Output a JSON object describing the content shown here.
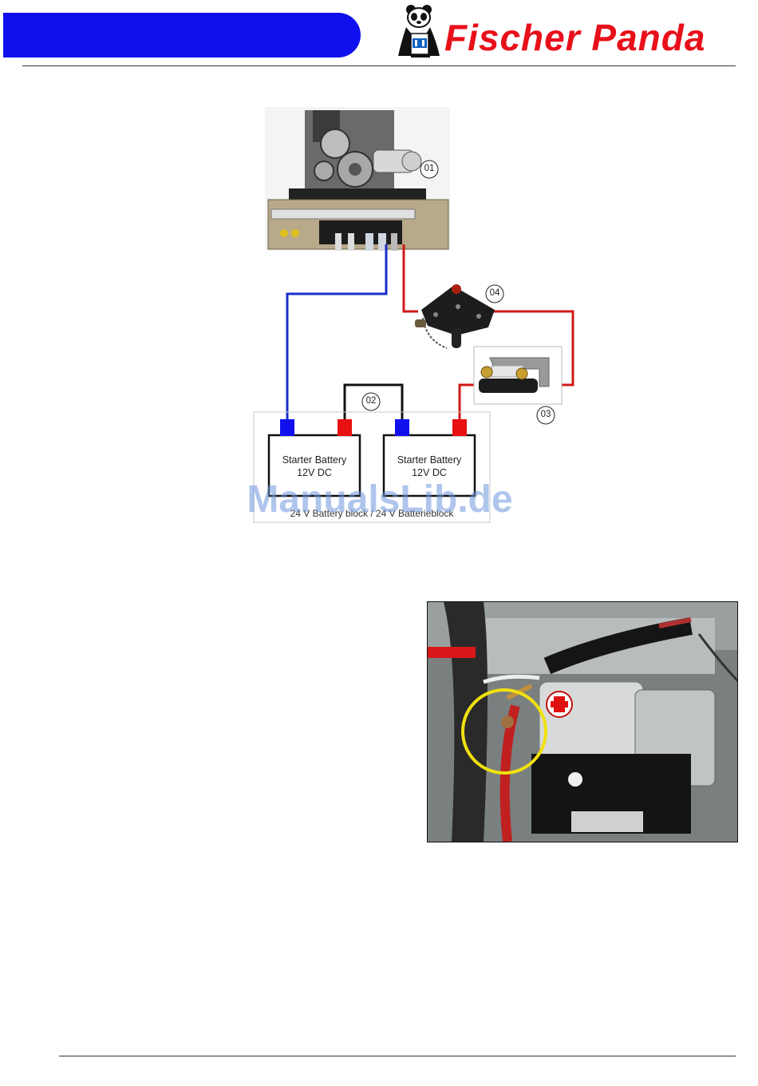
{
  "brand": {
    "name": "Fischer Panda",
    "color": "#e8101a",
    "bar_color": "#1010ee"
  },
  "diagram": {
    "callouts": [
      "01",
      "02",
      "03",
      "04"
    ],
    "batteries": [
      {
        "line1": "Starter Battery",
        "line2": "12V DC"
      },
      {
        "line1": "Starter Battery",
        "line2": "12V DC"
      }
    ],
    "battery_block_label": "24 V Battery block / 24 V Batterieblock",
    "wire_colors": {
      "negative": "#1a2fc9",
      "positive": "#d01818",
      "bridge": "#111111"
    }
  },
  "watermark": "ManualsLib.de"
}
